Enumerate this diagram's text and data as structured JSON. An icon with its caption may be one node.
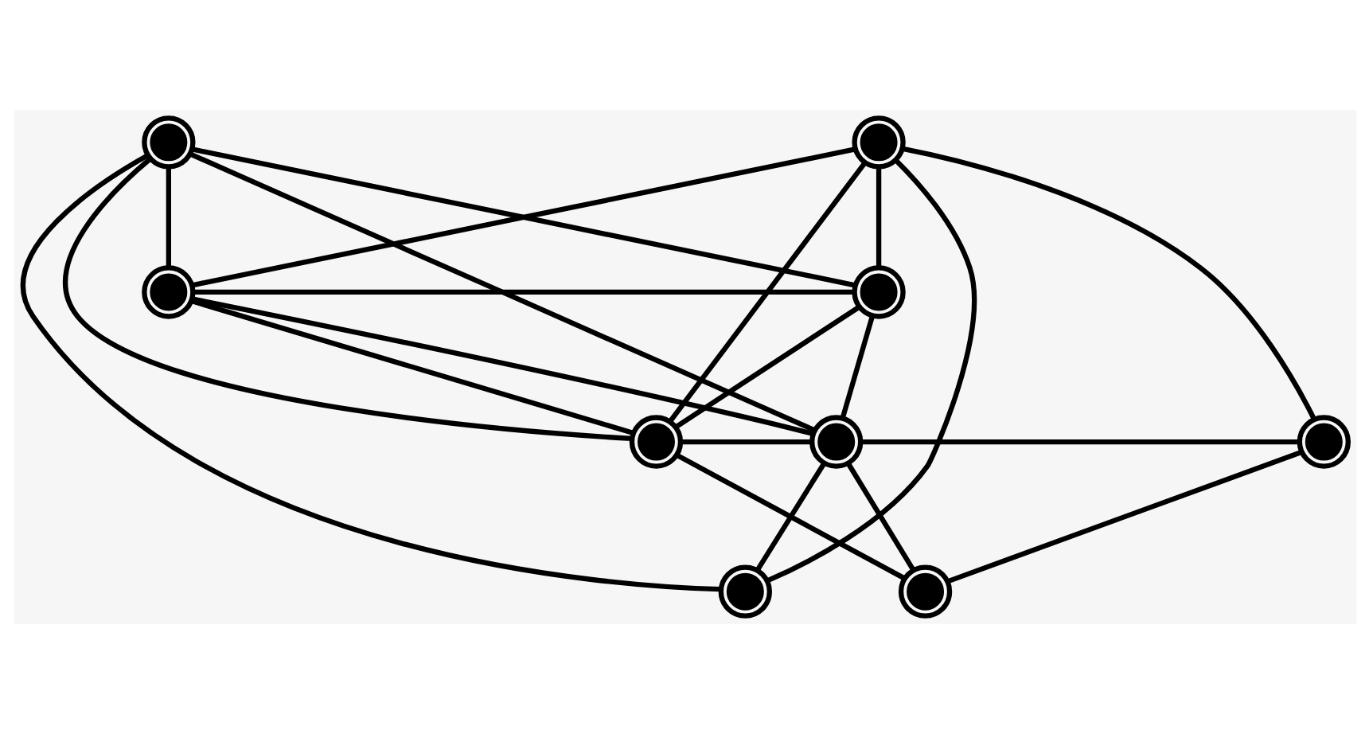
{
  "diagram": {
    "nodes": [
      {
        "text": [],
        "shape": "circle"
      },
      {
        "text": [],
        "shape": "circle"
      },
      {
        "text": [],
        "shape": "circle"
      },
      {
        "text": [],
        "shape": "circle"
      },
      {
        "text": [],
        "shape": "circle"
      },
      {
        "text": [],
        "shape": "circle"
      },
      {
        "text": [],
        "shape": "circle"
      },
      {
        "text": [],
        "shape": "circle"
      },
      {
        "text": [],
        "shape": "circle"
      }
    ],
    "edges": [
      {
        "from": 0,
        "to": 2,
        "arrow": "none"
      },
      {
        "from": 0,
        "to": 4,
        "arrow": "none"
      },
      {
        "from": 0,
        "to": 3,
        "arrow": "none"
      },
      {
        "from": 0,
        "to": 6,
        "arrow": "none"
      },
      {
        "from": 0,
        "to": 8,
        "arrow": "none"
      },
      {
        "from": 1,
        "to": 2,
        "arrow": "none"
      },
      {
        "from": 1,
        "to": 4,
        "arrow": "none"
      },
      {
        "from": 1,
        "to": 5,
        "arrow": "none"
      },
      {
        "from": 1,
        "to": 8,
        "arrow": "none"
      },
      {
        "from": 1,
        "to": 3,
        "arrow": "none"
      },
      {
        "from": 2,
        "to": 3,
        "arrow": "none"
      },
      {
        "from": 2,
        "to": 4,
        "arrow": "none"
      },
      {
        "from": 2,
        "to": 5,
        "arrow": "none"
      },
      {
        "from": 3,
        "to": 4,
        "arrow": "none"
      },
      {
        "from": 3,
        "to": 5,
        "arrow": "none"
      },
      {
        "from": 4,
        "to": 5,
        "arrow": "none"
      },
      {
        "from": 4,
        "to": 7,
        "arrow": "none"
      },
      {
        "from": 5,
        "to": 6,
        "arrow": "none"
      },
      {
        "from": 5,
        "to": 7,
        "arrow": "none"
      },
      {
        "from": 5,
        "to": 8,
        "arrow": "none"
      },
      {
        "from": 6,
        "to": 7,
        "arrow": "none"
      }
    ]
  }
}
